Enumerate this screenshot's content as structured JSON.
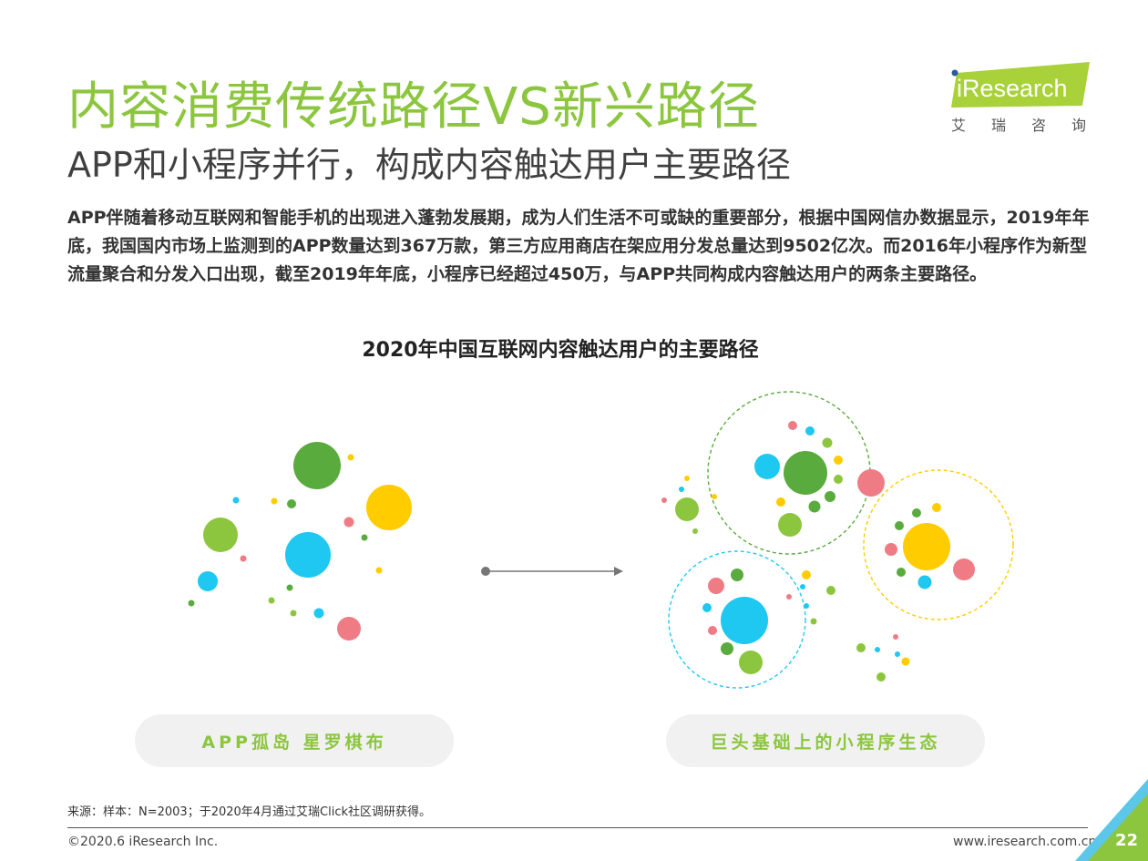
{
  "header": {
    "title": "内容消费传统路径VS新兴路径",
    "subtitle": "APP和小程序并行，构成内容触达用户主要路径"
  },
  "logo": {
    "brand": "iResearch",
    "brand_cn": "艾瑞咨询",
    "accent_color": "#a8d13a"
  },
  "body": {
    "paragraph": "APP伴随着移动互联网和智能手机的出现进入蓬勃发展期，成为人们生活不可或缺的重要部分，根据中国网信办数据显示，2019年年底，我国国内市场上监测到的APP数量达到367万款，第三方应用商店在架应用分发总量达到9502亿次。而2016年小程序作为新型流量聚合和分发入口出现，截至2019年年底，小程序已经超过450万，与APP共同构成内容触达用户的两条主要路径。"
  },
  "diagram": {
    "title": "2020年中国互联网内容触达用户的主要路径",
    "left_label": "APP孤岛 星罗棋布",
    "right_label": "巨头基础上的小程序生态",
    "colors": {
      "green": "#8cc63f",
      "dark_green": "#5aab3e",
      "blue": "#1ec8f0",
      "yellow": "#ffcc00",
      "pink": "#ef7c84",
      "arrow": "#777777"
    }
  },
  "footer": {
    "source": "来源：样本：N=2003；于2020年4月通过艾瑞Click社区调研获得。",
    "copyright": "©2020.6 iResearch Inc.",
    "website": "www.iresearch.com.cn",
    "page_number": "22",
    "corner_color": "#8cc63f"
  }
}
